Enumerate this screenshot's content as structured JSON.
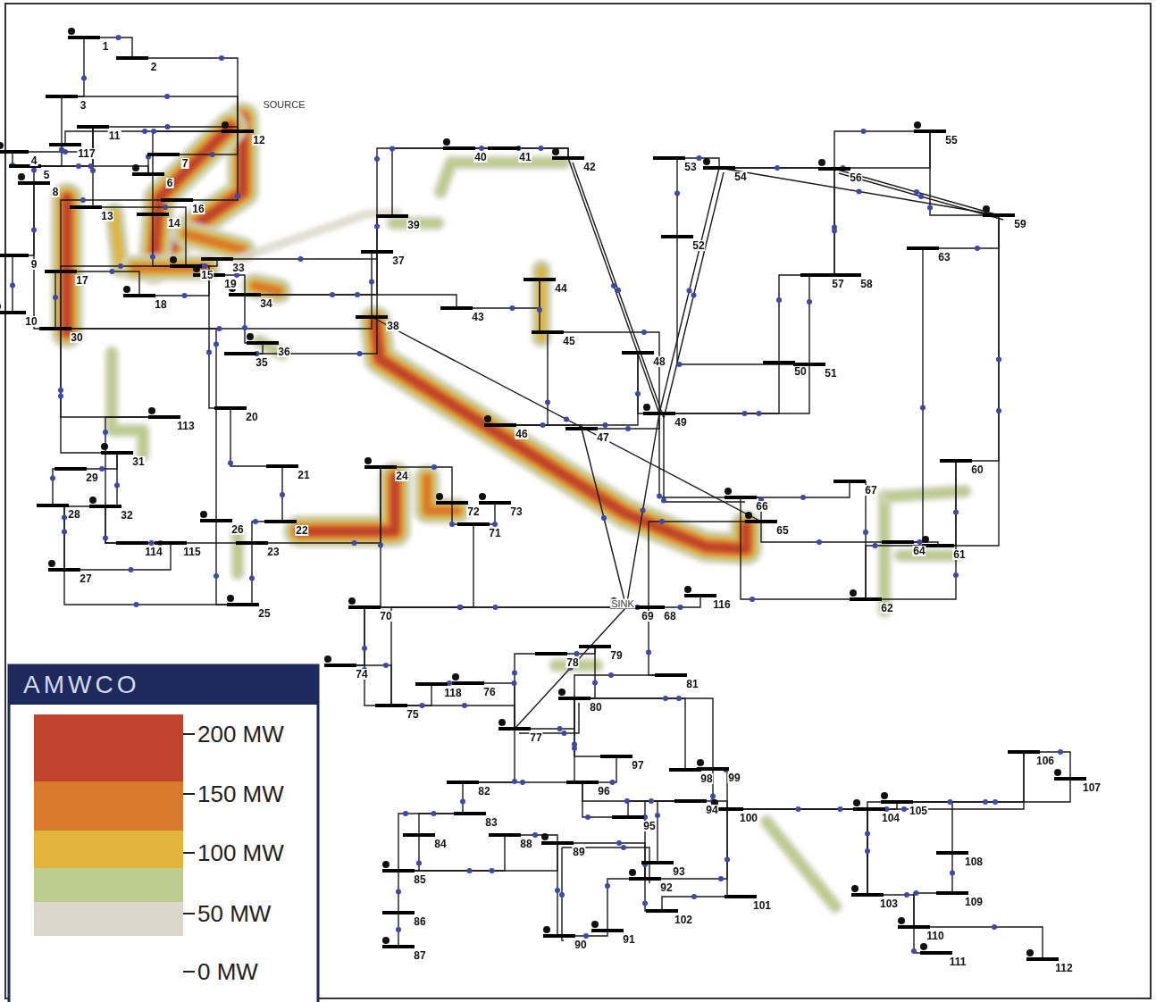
{
  "diagram": {
    "labels": [
      "1",
      "2",
      "3",
      "4",
      "5",
      "6",
      "7",
      "8",
      "9",
      "10",
      "11",
      "12",
      "13",
      "14",
      "15",
      "16",
      "17",
      "18",
      "19",
      "20",
      "21",
      "22",
      "23",
      "24",
      "25",
      "26",
      "27",
      "28",
      "29",
      "30",
      "31",
      "32",
      "33",
      "34",
      "35",
      "36",
      "37",
      "38",
      "39",
      "40",
      "41",
      "42",
      "43",
      "44",
      "45",
      "46",
      "47",
      "48",
      "49",
      "50",
      "51",
      "52",
      "53",
      "54",
      "55",
      "56",
      "57",
      "58",
      "59",
      "60",
      "61",
      "62",
      "63",
      "64",
      "65",
      "66",
      "67",
      "68",
      "69",
      "70",
      "71",
      "72",
      "73",
      "74",
      "75",
      "76",
      "77",
      "78",
      "79",
      "80",
      "81",
      "82",
      "83",
      "84",
      "85",
      "86",
      "87",
      "88",
      "89",
      "90",
      "91",
      "92",
      "93",
      "94",
      "95",
      "96",
      "97",
      "98",
      "99",
      "100",
      "101",
      "102",
      "103",
      "104",
      "105",
      "106",
      "107",
      "108",
      "109",
      "110",
      "111",
      "112",
      "113",
      "114",
      "115",
      "116",
      "117",
      "118",
      "SOURCE",
      "SINK",
      "AMWCO"
    ],
    "legend": [
      {
        "text": "200 MW",
        "color": "#c0432b"
      },
      {
        "text": "150 MW",
        "color": "#d9792c"
      },
      {
        "text": "100 MW",
        "color": "#e2b43c"
      },
      {
        "text": "50 MW",
        "color": "#bccb8e"
      },
      {
        "text": "0 MW",
        "color": "#dcd7cb"
      }
    ]
  }
}
